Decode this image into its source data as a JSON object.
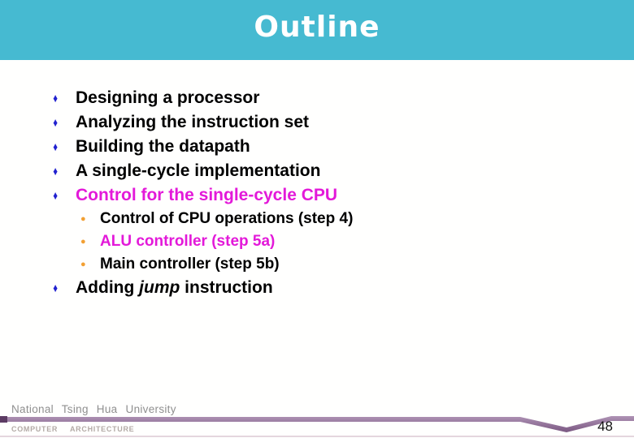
{
  "slide": {
    "title": "Outline",
    "page_number": "48"
  },
  "bullets": [
    {
      "level": 1,
      "color": "black",
      "segments": [
        {
          "text": "Designing a processor"
        }
      ]
    },
    {
      "level": 1,
      "color": "black",
      "segments": [
        {
          "text": "Analyzing the instruction set"
        }
      ]
    },
    {
      "level": 1,
      "color": "black",
      "segments": [
        {
          "text": "Building the datapath"
        }
      ]
    },
    {
      "level": 1,
      "color": "black",
      "segments": [
        {
          "text": "A single-cycle implementation"
        }
      ]
    },
    {
      "level": 1,
      "color": "magenta",
      "segments": [
        {
          "text": "Control for the single-cycle CPU"
        }
      ]
    },
    {
      "level": 2,
      "color": "black",
      "segments": [
        {
          "text": "Control of CPU operations (step 4)"
        }
      ]
    },
    {
      "level": 2,
      "color": "magenta",
      "segments": [
        {
          "text": "ALU controller (step 5a)"
        }
      ]
    },
    {
      "level": 2,
      "color": "black",
      "segments": [
        {
          "text": "Main controller (step 5b)"
        }
      ]
    },
    {
      "level": 1,
      "color": "black",
      "segments": [
        {
          "text": "Adding "
        },
        {
          "text": "jump",
          "italic": true
        },
        {
          "text": " instruction"
        }
      ]
    }
  ],
  "bullet_icons": {
    "level1": "diamond",
    "level2": "circle"
  },
  "footer": {
    "university": "National Tsing Hua University",
    "department": "COMPUTER ARCHITECTURE"
  },
  "colors": {
    "header_bg": "#46BAD1",
    "magenta": "#E319D9",
    "diamond_blue": "#2222CF",
    "circle_orange": "#F2A033",
    "bar_purple_light": "#AE92B4",
    "bar_purple_dark": "#7A5781",
    "bar_left_cap": "#5C3B63"
  }
}
